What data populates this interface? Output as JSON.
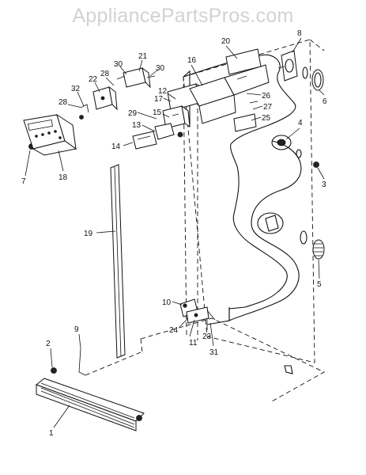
{
  "watermark": "AppliancePartsPros.com",
  "callouts": [
    {
      "id": "1",
      "label": "1"
    },
    {
      "id": "2",
      "label": "2"
    },
    {
      "id": "3",
      "label": "3"
    },
    {
      "id": "4",
      "label": "4"
    },
    {
      "id": "5",
      "label": "5"
    },
    {
      "id": "6",
      "label": "6"
    },
    {
      "id": "7",
      "label": "7"
    },
    {
      "id": "8",
      "label": "8"
    },
    {
      "id": "9",
      "label": "9"
    },
    {
      "id": "10",
      "label": "10"
    },
    {
      "id": "11",
      "label": "11"
    },
    {
      "id": "12",
      "label": "12"
    },
    {
      "id": "13",
      "label": "13"
    },
    {
      "id": "14",
      "label": "14"
    },
    {
      "id": "15",
      "label": "15"
    },
    {
      "id": "16",
      "label": "16"
    },
    {
      "id": "17",
      "label": "17"
    },
    {
      "id": "18",
      "label": "18"
    },
    {
      "id": "19",
      "label": "19"
    },
    {
      "id": "20",
      "label": "20"
    },
    {
      "id": "21",
      "label": "21"
    },
    {
      "id": "22",
      "label": "22"
    },
    {
      "id": "23",
      "label": "23"
    },
    {
      "id": "24",
      "label": "24"
    },
    {
      "id": "25",
      "label": "25"
    },
    {
      "id": "26",
      "label": "26"
    },
    {
      "id": "27",
      "label": "27"
    },
    {
      "id": "28a",
      "label": "28"
    },
    {
      "id": "28b",
      "label": "28"
    },
    {
      "id": "29",
      "label": "29"
    },
    {
      "id": "30a",
      "label": "30"
    },
    {
      "id": "30b",
      "label": "30"
    },
    {
      "id": "31",
      "label": "31"
    },
    {
      "id": "32",
      "label": "32"
    }
  ]
}
